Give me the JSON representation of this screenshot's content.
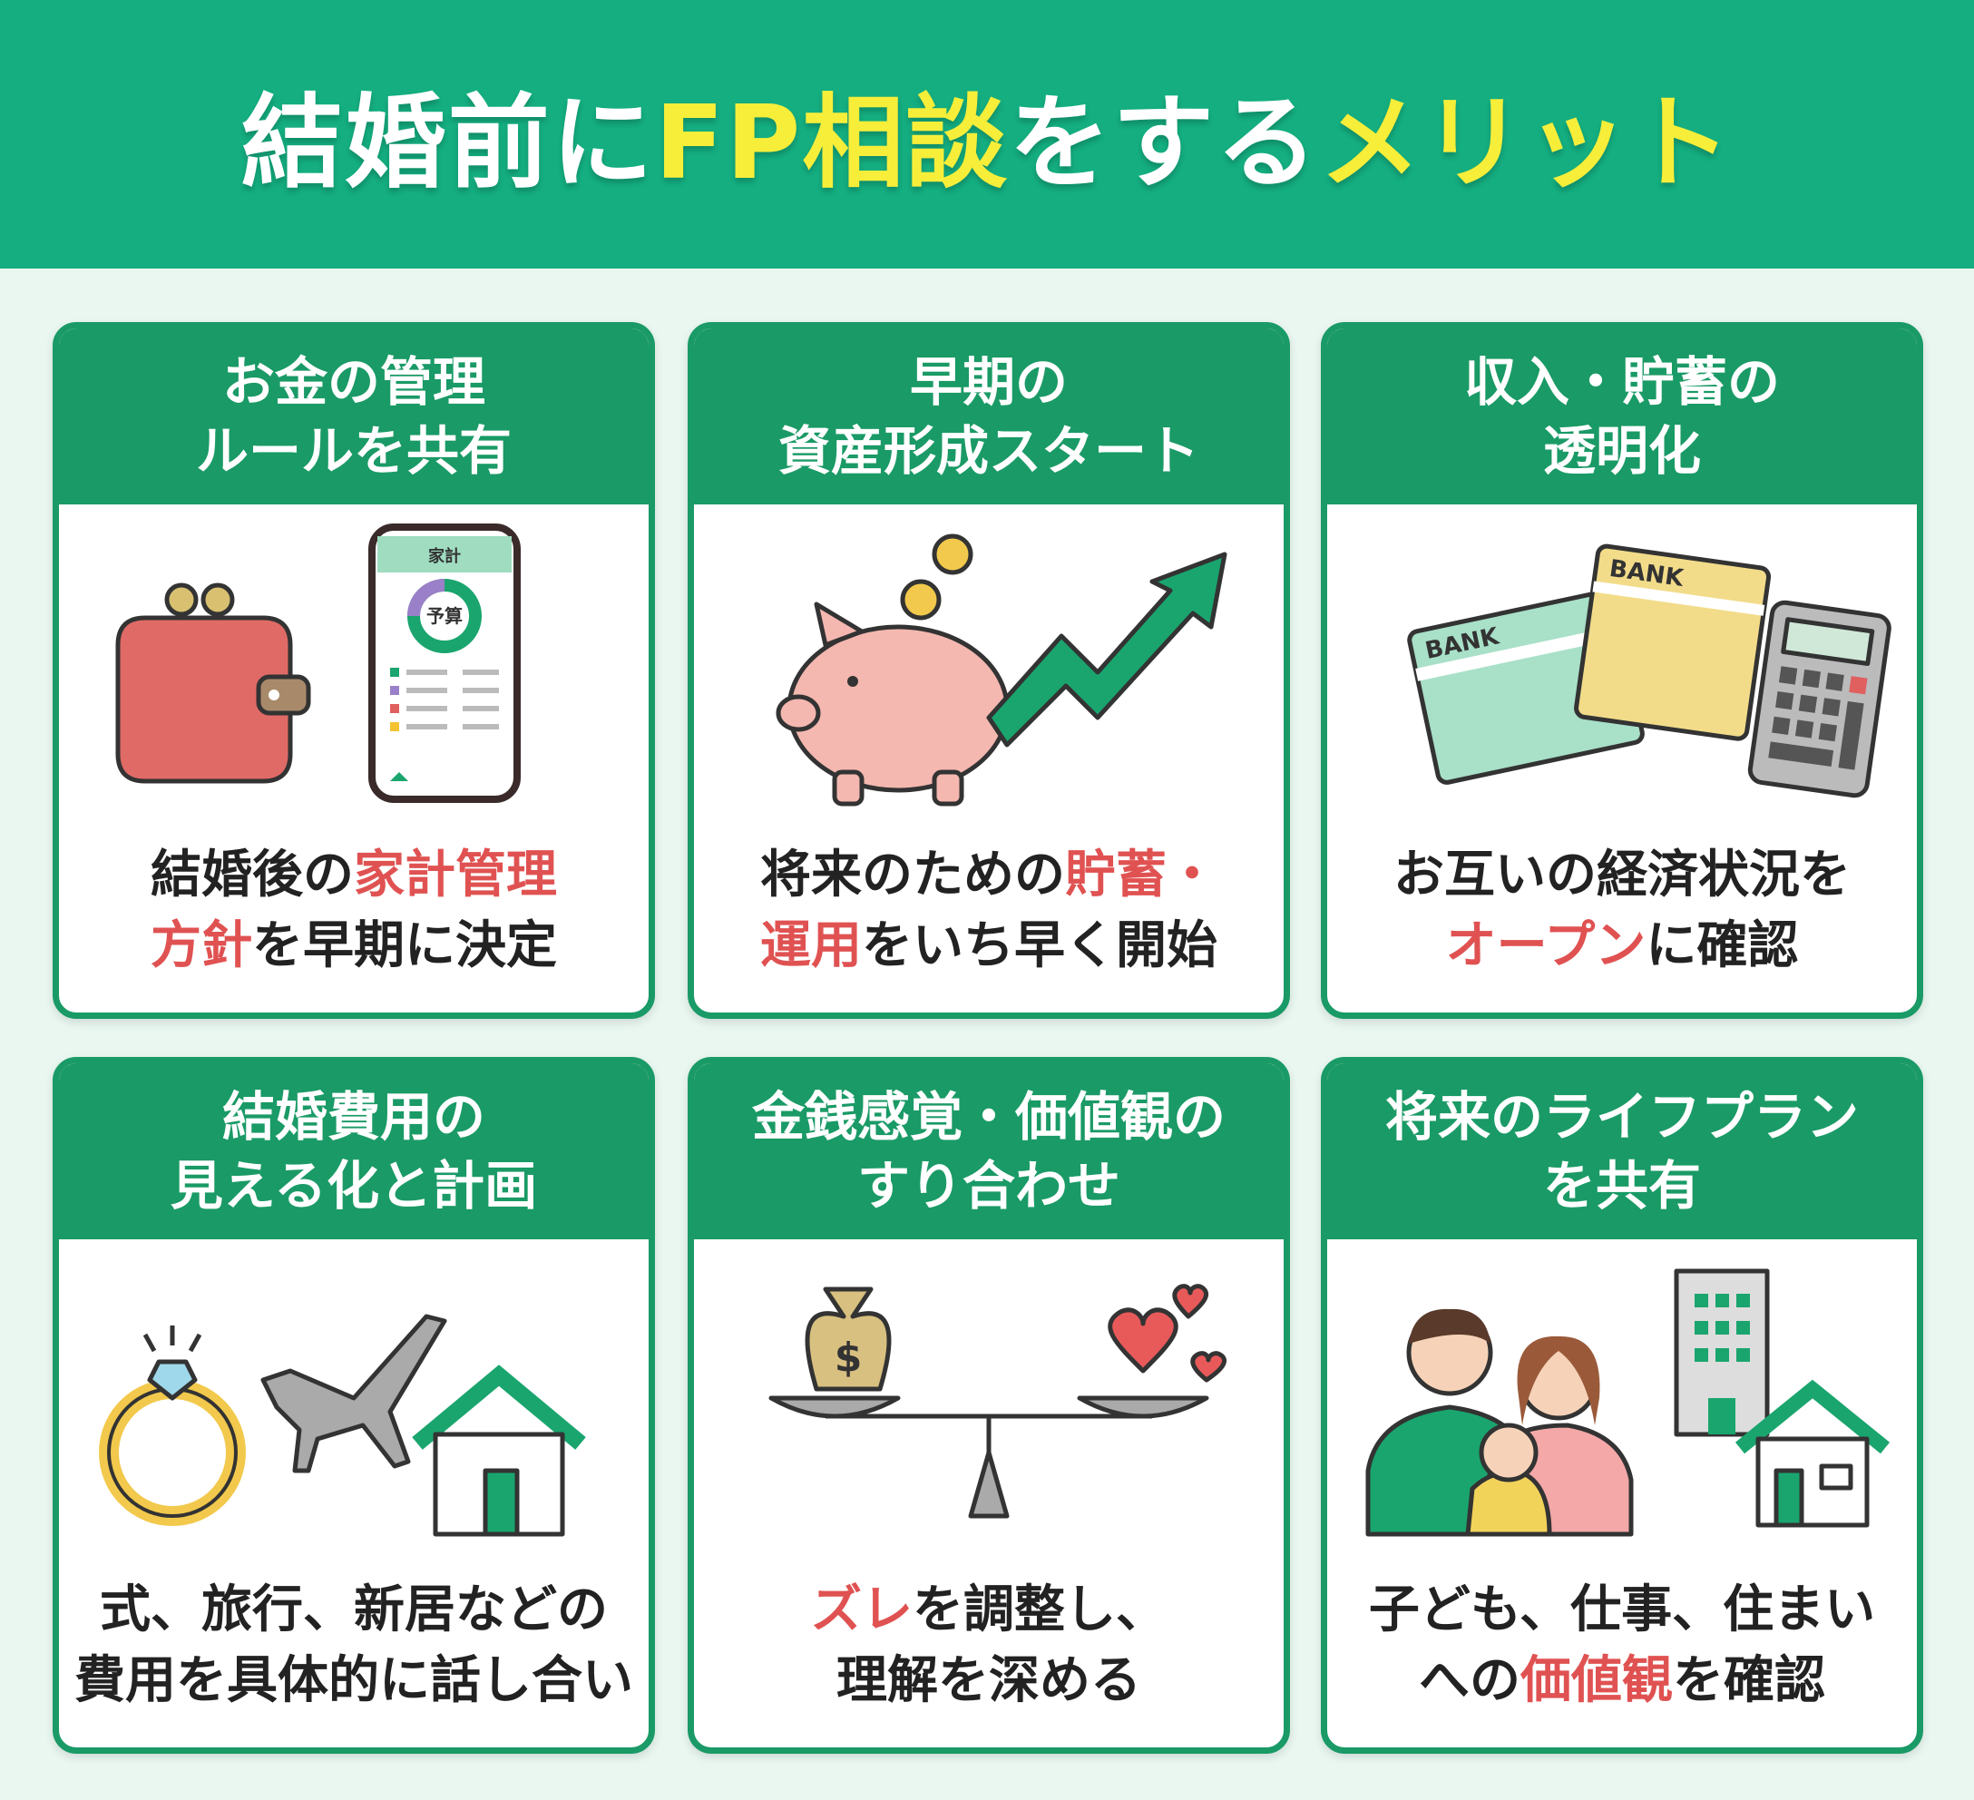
{
  "title": {
    "part1": "結婚前に",
    "part2": "FP相談",
    "part3": "をする",
    "part4": "メリット"
  },
  "colors": {
    "header": "#14ae80",
    "card": "#1a9a66",
    "highlight": "#e05252",
    "title_accent": "#f7ee3a"
  },
  "cards": [
    {
      "title": [
        "お金の管理",
        "ルールを共有"
      ],
      "icon": "wallet-and-budget-app-icon",
      "icon_text": [
        "家計",
        "予算"
      ],
      "desc": [
        [
          {
            "t": "結婚後の",
            "h": false
          },
          {
            "t": "家計管理",
            "h": true
          }
        ],
        [
          {
            "t": "方針",
            "h": true
          },
          {
            "t": "を早期に決定",
            "h": false
          }
        ]
      ]
    },
    {
      "title": [
        "早期の",
        "資産形成スタート"
      ],
      "icon": "piggy-bank-growth-icon",
      "icon_text": [],
      "desc": [
        [
          {
            "t": "将来のための",
            "h": false
          },
          {
            "t": "貯蓄・",
            "h": true
          }
        ],
        [
          {
            "t": "運用",
            "h": true
          },
          {
            "t": "をいち早く開始",
            "h": false
          }
        ]
      ]
    },
    {
      "title": [
        "収入・貯蓄の",
        "透明化"
      ],
      "icon": "bankbook-calculator-icon",
      "icon_text": [
        "BANK",
        "BANK"
      ],
      "desc": [
        [
          {
            "t": "お互いの経済状況を",
            "h": false
          }
        ],
        [
          {
            "t": "オープン",
            "h": true
          },
          {
            "t": "に確認",
            "h": false
          }
        ]
      ]
    },
    {
      "title": [
        "結婚費用の",
        "見える化と計画"
      ],
      "icon": "ring-plane-house-icon",
      "icon_text": [],
      "desc": [
        [
          {
            "t": "式、旅行、新居などの",
            "h": false
          }
        ],
        [
          {
            "t": "費用を具体的に話し合い",
            "h": false
          }
        ]
      ]
    },
    {
      "title": [
        "金銭感覚・価値観の",
        "すり合わせ"
      ],
      "icon": "balance-scale-icon",
      "icon_text": [
        "$"
      ],
      "desc": [
        [
          {
            "t": "ズレ",
            "h": true
          },
          {
            "t": "を調整し、",
            "h": false
          }
        ],
        [
          {
            "t": "理解を深める",
            "h": false
          }
        ]
      ]
    },
    {
      "title": [
        "将来のライフプラン",
        "を共有"
      ],
      "icon": "family-home-icon",
      "icon_text": [],
      "desc": [
        [
          {
            "t": "子ども、仕事、住まい",
            "h": false
          }
        ],
        [
          {
            "t": "への",
            "h": false
          },
          {
            "t": "価値観",
            "h": true
          },
          {
            "t": "を確認",
            "h": false
          }
        ]
      ]
    }
  ]
}
